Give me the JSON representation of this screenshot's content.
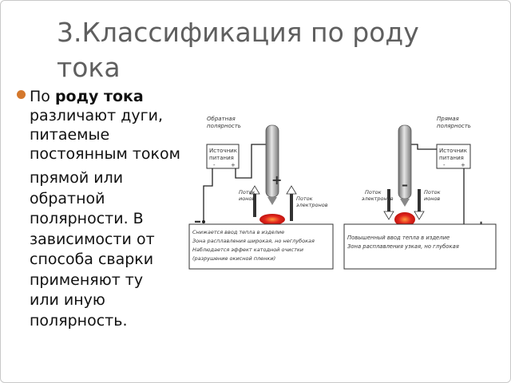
{
  "slide": {
    "title_line1": "3.Классификация по роду",
    "title_line2": "тока",
    "bullet": {
      "prefix": "По ",
      "bold": "роду тока",
      "lines": [
        "различают дуги,",
        "питаемые",
        "постоянным током"
      ],
      "lines2": [
        "прямой или",
        "обратной",
        "полярности. В",
        "зависимости от",
        "способа сварки",
        "применяют ту",
        "или иную",
        "полярность."
      ]
    },
    "accent_color": "#d4782c"
  },
  "figure": {
    "left": {
      "polarity_label_1": "Обратная",
      "polarity_label_2": "полярность",
      "source_label_1": "Источник",
      "source_label_2": "питания",
      "source_minus": "-",
      "source_plus": "+",
      "electrode_sign": "+",
      "work_sign": "–",
      "ion_flow_1": "Поток",
      "ion_flow_2": "ионов",
      "electron_flow_1": "Поток",
      "electron_flow_2": "электронов",
      "desc_1": "Снижается ввод тепла в изделие",
      "desc_2": "Зона расплавления широкая, но неглубокая",
      "desc_3": "Наблюдается эффект катодной очистки",
      "desc_4": "(разрушение окисной пленки)"
    },
    "right": {
      "polarity_label_1": "Прямая",
      "polarity_label_2": "полярность",
      "source_label_1": "Источник",
      "source_label_2": "питания",
      "source_minus": "-",
      "source_plus": "+",
      "electrode_sign": "–",
      "work_sign": "+",
      "electron_flow_1": "Поток",
      "electron_flow_2": "электронов",
      "ion_flow_1": "Поток",
      "ion_flow_2": "ионов",
      "desc_1": "Повышенный ввод тепла в изделие",
      "desc_2": "Зона расплавления узкая, но глубокая"
    },
    "arc_color": "#e0231c"
  }
}
